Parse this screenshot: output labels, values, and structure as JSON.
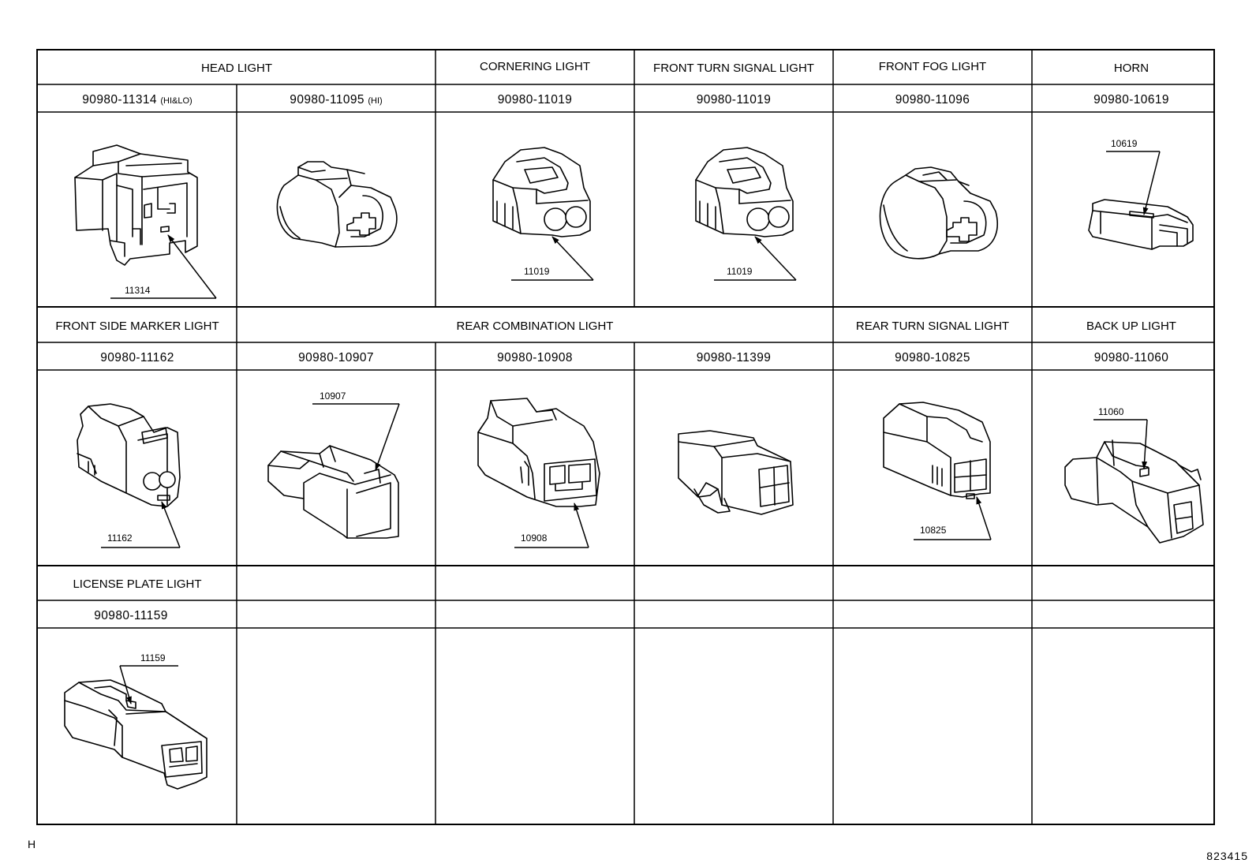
{
  "rows": [
    {
      "titles": [
        "HEAD LIGHT",
        "CORNERING LIGHT",
        "FRONT TURN SIGNAL LIGHT",
        "FRONT FOG LIGHT",
        "HORN"
      ],
      "parts": [
        {
          "pn": "90980-11314",
          "note": "(HI&LO)",
          "callout": "11314"
        },
        {
          "pn": "90980-11095",
          "note": "(HI)",
          "callout": ""
        },
        {
          "pn": "90980-11019",
          "note": "",
          "callout": "11019"
        },
        {
          "pn": "90980-11019",
          "note": "",
          "callout": "11019"
        },
        {
          "pn": "90980-11096",
          "note": "",
          "callout": ""
        },
        {
          "pn": "90980-10619",
          "note": "",
          "callout": "10619"
        }
      ]
    },
    {
      "titles": [
        "FRONT SIDE MARKER LIGHT",
        "REAR COMBINATION LIGHT",
        "REAR TURN SIGNAL LIGHT",
        "BACK UP LIGHT"
      ],
      "parts": [
        {
          "pn": "90980-11162",
          "note": "",
          "callout": "11162"
        },
        {
          "pn": "90980-10907",
          "note": "",
          "callout": "10907"
        },
        {
          "pn": "90980-10908",
          "note": "",
          "callout": "10908"
        },
        {
          "pn": "90980-11399",
          "note": "",
          "callout": ""
        },
        {
          "pn": "90980-10825",
          "note": "",
          "callout": "10825"
        },
        {
          "pn": "90980-11060",
          "note": "",
          "callout": "11060"
        }
      ]
    },
    {
      "titles": [
        "LICENSE PLATE LIGHT"
      ],
      "parts": [
        {
          "pn": "90980-11159",
          "note": "",
          "callout": "11159"
        }
      ]
    }
  ],
  "footer": {
    "left": "H",
    "right": "823415"
  }
}
